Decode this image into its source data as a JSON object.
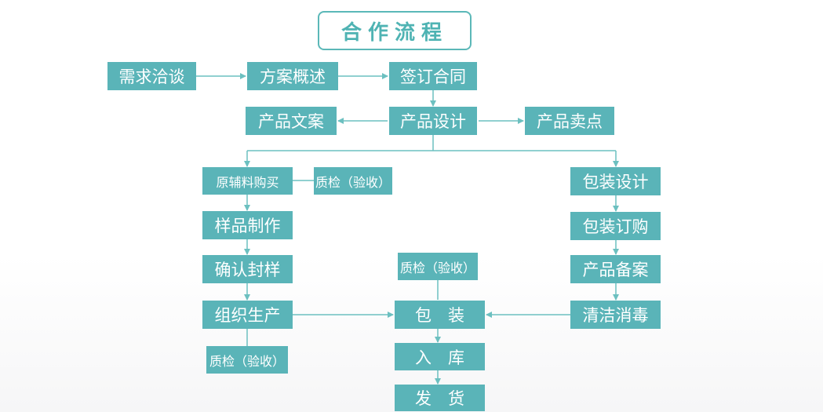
{
  "title": "合作流程",
  "colors": {
    "box": "#5ab4b8",
    "line": "#6cc0c0",
    "title": "#4fb3b3"
  },
  "nodes": {
    "xuqiu": "需求洽谈",
    "fangan": "方案概述",
    "qianding": "签订合同",
    "wenan": "产品文案",
    "sheji": "产品设计",
    "maidian": "产品卖点",
    "yuanfuliao": "原辅料购买",
    "zhijian1": "质检（验收）",
    "baozhuang_sheji": "包装设计",
    "yangpin": "样品制作",
    "baozhuang_dinggou": "包装订购",
    "queren": "确认封样",
    "beian": "产品备案",
    "zhijian2": "质检（验收）",
    "shengchan": "组织生产",
    "baozhuang": "包　装",
    "qingjie": "清洁消毒",
    "zhijian3": "质检（验收）",
    "ruku": "入　库",
    "fahuo": "发　货"
  }
}
